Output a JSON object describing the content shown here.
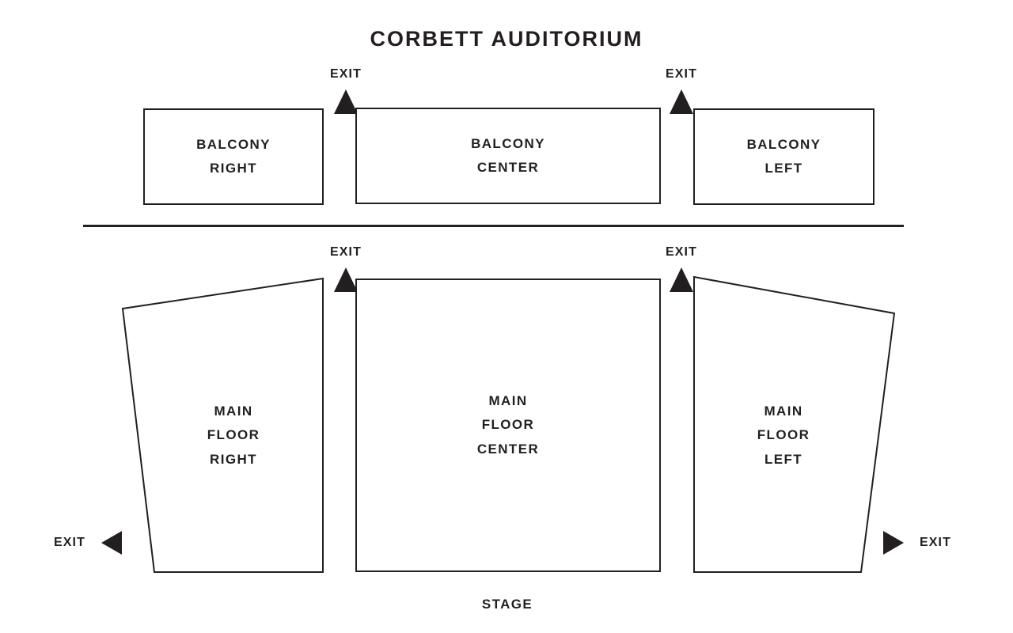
{
  "chart": {
    "title": "CORBETT AUDITORIUM",
    "stage_label": "STAGE",
    "ink_color": "#231f20",
    "background_color": "#ffffff"
  },
  "balcony": {
    "sections": [
      {
        "id": "balcony-right",
        "label": "BALCONY\nRIGHT"
      },
      {
        "id": "balcony-center",
        "label": "BALCONY\nCENTER"
      },
      {
        "id": "balcony-left",
        "label": "BALCONY\nLEFT"
      }
    ]
  },
  "main_floor": {
    "sections": [
      {
        "id": "main-floor-right",
        "label": "MAIN\nFLOOR\nRIGHT"
      },
      {
        "id": "main-floor-center",
        "label": "MAIN\nFLOOR\nCENTER"
      },
      {
        "id": "main-floor-left",
        "label": "MAIN\nFLOOR\nLEFT"
      }
    ]
  },
  "exits": [
    {
      "id": "exit-balcony-left-aisle",
      "label": "EXIT",
      "direction": "up"
    },
    {
      "id": "exit-balcony-right-aisle",
      "label": "EXIT",
      "direction": "up"
    },
    {
      "id": "exit-mainfloor-left-aisle",
      "label": "EXIT",
      "direction": "up"
    },
    {
      "id": "exit-mainfloor-right-aisle",
      "label": "EXIT",
      "direction": "up"
    },
    {
      "id": "exit-house-right",
      "label": "EXIT",
      "direction": "left"
    },
    {
      "id": "exit-house-left",
      "label": "EXIT",
      "direction": "right"
    }
  ]
}
